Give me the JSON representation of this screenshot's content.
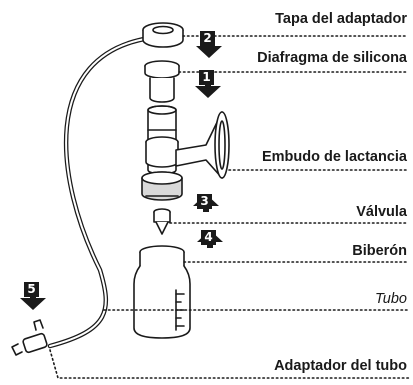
{
  "labels": {
    "adapter_cap": "Tapa del adaptador",
    "silicone_diaphragm": "Diafragma de silicona",
    "breast_funnel": "Embudo de lactancia",
    "valve": "Válvula",
    "bottle": "Biberón",
    "tube": "Tubo",
    "tube_adapter": "Adaptador del tubo"
  },
  "steps": {
    "s1": "1",
    "s2": "2",
    "s3": "3",
    "s4": "4",
    "s5": "5"
  },
  "colors": {
    "ink": "#1a1a1a",
    "fill": "#ffffff",
    "shade": "#d9d9d9"
  }
}
